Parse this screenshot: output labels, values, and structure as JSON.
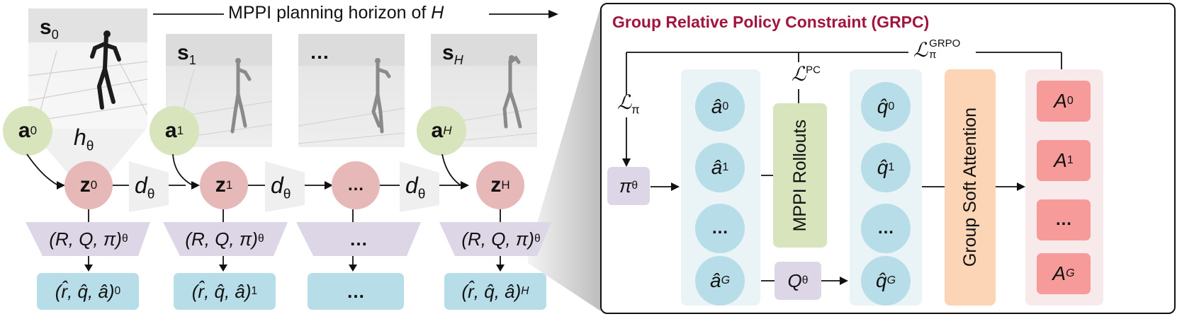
{
  "horizon_label": {
    "prefix": "MPPI planning horizon of ",
    "var": "H"
  },
  "states": [
    {
      "base": "s",
      "sub": "0"
    },
    {
      "base": "s",
      "sub": "1"
    },
    {
      "base": "…",
      "sub": ""
    },
    {
      "base": "s",
      "sub": "H"
    }
  ],
  "actions": [
    {
      "base": "a",
      "sub": "0"
    },
    {
      "base": "a",
      "sub": "1"
    },
    {
      "base": "a",
      "sub": "H"
    }
  ],
  "encoder": {
    "base": "h",
    "sub": "θ"
  },
  "latents": [
    {
      "base": "z",
      "sub": "0"
    },
    {
      "base": "z",
      "sub": "1"
    },
    {
      "base": "…",
      "sub": ""
    },
    {
      "base": "z",
      "sub": "H"
    }
  ],
  "dynamics": {
    "base": "d",
    "sub": "θ"
  },
  "heads": [
    {
      "text": "(R, Q, π)",
      "sub": "θ"
    },
    {
      "text": "(R, Q, π)",
      "sub": "θ"
    },
    {
      "text": "…",
      "sub": ""
    },
    {
      "text": "(R, Q, π)",
      "sub": "θ"
    }
  ],
  "outputs": [
    {
      "text": "(r̂, q̂, â)",
      "sub": "0"
    },
    {
      "text": "(r̂, q̂, â)",
      "sub": "1"
    },
    {
      "text": "…",
      "sub": ""
    },
    {
      "text": "(r̂, q̂, â)",
      "sub": "H"
    }
  ],
  "grpc": {
    "title": "Group Relative Policy Constraint (GRPC)",
    "loss_pi": {
      "base": "ℒ",
      "sub": "π"
    },
    "loss_pc": {
      "base": "ℒ",
      "sup": "PC"
    },
    "loss_grpo": {
      "base": "ℒ",
      "sub": "π",
      "sup": "GRPO"
    },
    "policy": {
      "base": "π",
      "sub": "θ"
    },
    "q_func": {
      "base": "Q",
      "sub": "θ"
    },
    "actions": [
      {
        "base": "â",
        "sup": "0"
      },
      {
        "base": "â",
        "sup": "1"
      },
      {
        "base": "…",
        "sup": ""
      },
      {
        "base": "â",
        "sup": "G"
      }
    ],
    "mppi_rollouts": "MPPI Rollouts",
    "qvalues": [
      {
        "base": "q̂",
        "sup": "0"
      },
      {
        "base": "q̂",
        "sup": "1"
      },
      {
        "base": "…",
        "sup": ""
      },
      {
        "base": "q̂",
        "sup": "G"
      }
    ],
    "attention": "Group Soft Attention",
    "advantages": [
      {
        "base": "A",
        "sup": "0"
      },
      {
        "base": "A",
        "sup": "1"
      },
      {
        "base": "…",
        "sup": ""
      },
      {
        "base": "A",
        "sup": "G"
      }
    ]
  },
  "colors": {
    "title": "#a0153e",
    "action_node": "#d8e4bc",
    "latent_node": "#e6b8b7",
    "head": "#ddd6e6",
    "output": "#b7dde8",
    "rollouts": "#d8e4bc",
    "attention": "#fbd5b5",
    "advantage": "#f79a9a"
  }
}
